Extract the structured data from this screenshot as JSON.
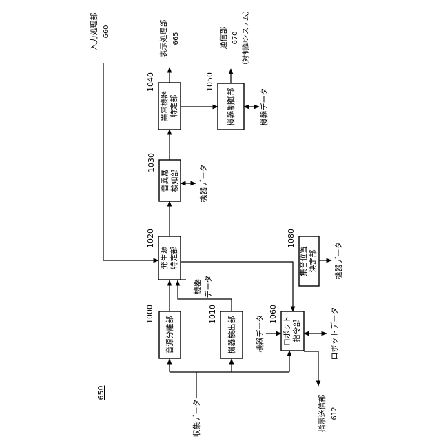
{
  "figure_number": "650",
  "input_label": "収集データ",
  "blocks": {
    "b1000": {
      "ref": "1000",
      "label": "音源分離部"
    },
    "b1010": {
      "ref": "1010",
      "label": "機器検出部"
    },
    "b1060": {
      "ref": "1060",
      "label_line1": "ロボット",
      "label_line2": "指令部"
    },
    "b1020": {
      "ref": "1020",
      "label_line1": "発生源",
      "label_line2": "特定部"
    },
    "b1030": {
      "ref": "1030",
      "label_line1": "音異常",
      "label_line2": "検知部"
    },
    "b1040": {
      "ref": "1040",
      "label_line1": "異常機器",
      "label_line2": "特定部"
    },
    "b1050": {
      "ref": "1050",
      "label": "機器制御部"
    },
    "b1080": {
      "ref": "1080",
      "label_line1": "集音位置",
      "label_line2": "決定部"
    }
  },
  "external": {
    "input_processing": {
      "label": "入力処理部",
      "ref": "660"
    },
    "display_processing": {
      "label": "表示処理部",
      "ref": "665"
    },
    "communication": {
      "label": "通信部",
      "ref": "670",
      "sub": "（対制御システム）"
    },
    "instruction_transmit": {
      "label": "指示送信部",
      "ref": "612"
    }
  },
  "data_labels": {
    "device_data_1020_line1": "機器",
    "device_data_1020_line2": "データ",
    "device_data_1030": "機器データ",
    "device_data_1050": "機器データ",
    "device_data_1060": "機器データ",
    "device_data_1080": "機器データ",
    "robot_data": "ロボットデータ"
  }
}
